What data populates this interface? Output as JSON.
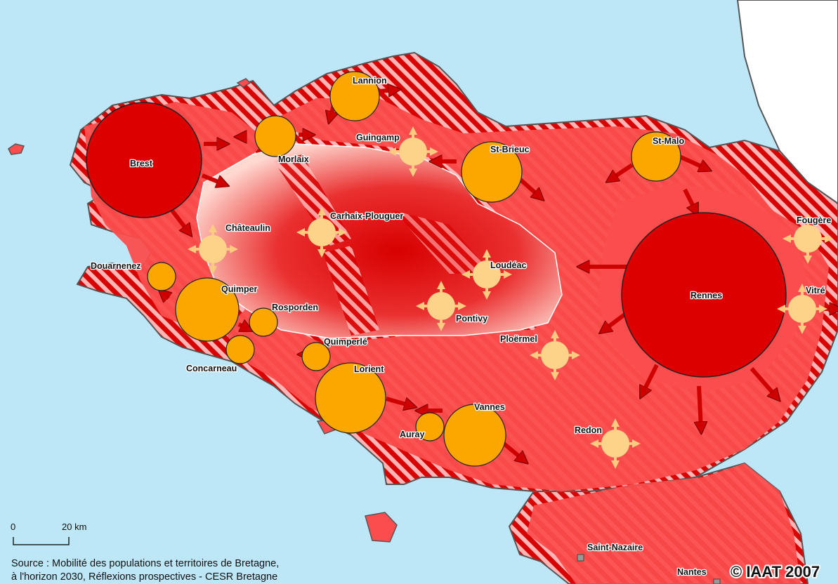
{
  "colors": {
    "sea": "#bde6f7",
    "land_outside": "#ffffff",
    "zone_red": "#fb4d4d",
    "dense_red": "#dc0000",
    "hatch_red": "#d90000",
    "hatch_light": "#ffb5b5",
    "pole_major": "#dd0000",
    "pole_medium": "#fba700",
    "pole_minor": "#fdd38a",
    "arrow_red": "#cf0000",
    "arrow_minor": "#fccb80",
    "coast": "#555555"
  },
  "cities": {
    "major": [
      {
        "id": "brest",
        "name": "Brest",
        "size": "major"
      },
      {
        "id": "rennes",
        "name": "Rennes",
        "size": "major"
      }
    ],
    "medium": [
      {
        "id": "lannion",
        "name": "Lannion"
      },
      {
        "id": "morlaix",
        "name": "Morlaix"
      },
      {
        "id": "st-brieuc",
        "name": "St-Brieuc"
      },
      {
        "id": "st-malo",
        "name": "St-Malo"
      },
      {
        "id": "douarnenez",
        "name": "Douarnenez"
      },
      {
        "id": "quimper",
        "name": "Quimper"
      },
      {
        "id": "rosporden",
        "name": "Rosporden"
      },
      {
        "id": "concarneau",
        "name": "Concarneau"
      },
      {
        "id": "quimperle",
        "name": "Quimperlé"
      },
      {
        "id": "lorient",
        "name": "Lorient"
      },
      {
        "id": "auray",
        "name": "Auray"
      },
      {
        "id": "vannes",
        "name": "Vannes"
      }
    ],
    "minor": [
      {
        "id": "guingamp",
        "name": "Guingamp"
      },
      {
        "id": "chateaulin",
        "name": "Châteaulin"
      },
      {
        "id": "carhaix",
        "name": "Carhaix-Plouguer"
      },
      {
        "id": "loudeac",
        "name": "Loudéac"
      },
      {
        "id": "pontivy",
        "name": "Pontivy"
      },
      {
        "id": "ploermel",
        "name": "Ploërmel"
      },
      {
        "id": "redon",
        "name": "Redon"
      },
      {
        "id": "fougeres",
        "name": "Fougère"
      },
      {
        "id": "vitre",
        "name": "Vitré"
      }
    ],
    "outside": [
      {
        "id": "saint-nazaire",
        "name": "Saint-Nazaire"
      },
      {
        "id": "nantes",
        "name": "Nantes"
      }
    ]
  },
  "scale_bar": {
    "start_label": "0",
    "end_label": "20 km"
  },
  "source": {
    "line1": "Source : Mobilité des populations et territoires de Bretagne,",
    "line2": "à l'horizon 2030, Réflexions prospectives - CESR Bretagne"
  },
  "copyright": "© IAAT 2007"
}
